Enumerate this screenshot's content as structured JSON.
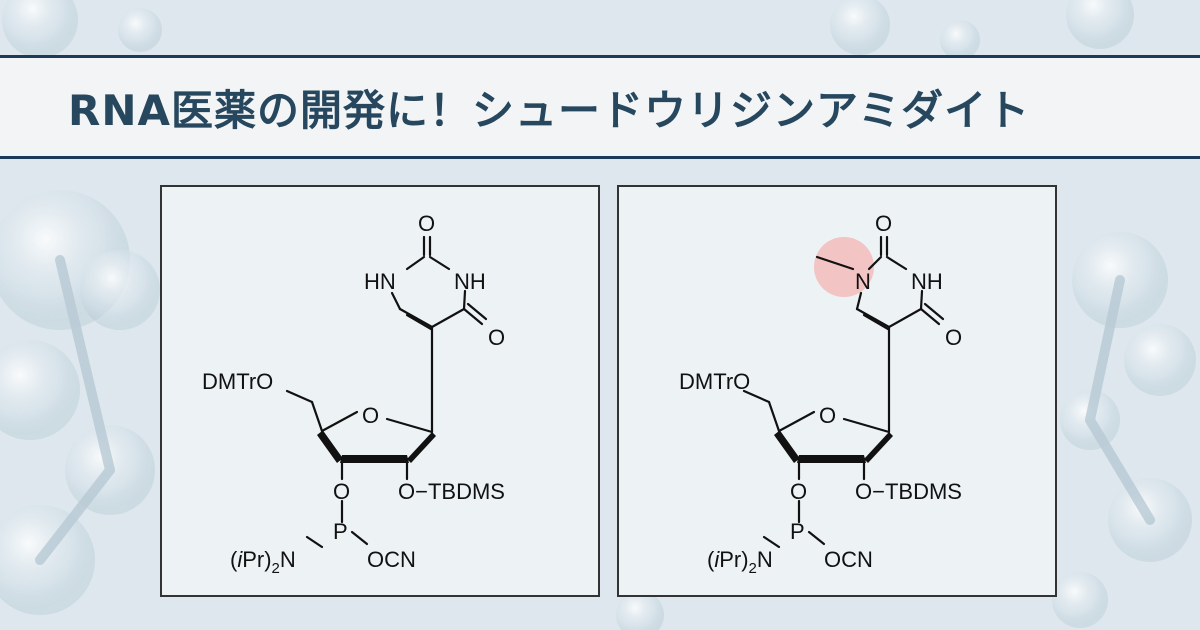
{
  "header": {
    "title": "RNA医薬の開発に！シュードウリジンアミダイト"
  },
  "colors": {
    "title_text": "#26475e",
    "band_border": "#1f3a57",
    "highlight": "#f2b8b8"
  },
  "structures": [
    {
      "labels": {
        "o_top": "O",
        "nh_left": "HN",
        "nh_right": "NH",
        "o_right": "O",
        "dmtro": "DMTrO",
        "ring_o": "O",
        "o3": "O",
        "o2_tbdms": "O−TBDMS",
        "p": "P",
        "ipr_prefix": "(",
        "ipr_i": "i",
        "ipr_mid": "Pr)",
        "ipr_sub": "2",
        "ipr_n": "N",
        "ocn": "OCN"
      }
    },
    {
      "labels": {
        "o_top": "O",
        "n_methyl": "N",
        "nh_right": "NH",
        "o_right": "O",
        "dmtro": "DMTrO",
        "ring_o": "O",
        "o3": "O",
        "o2_tbdms": "O−TBDMS",
        "p": "P",
        "ipr_prefix": "(",
        "ipr_i": "i",
        "ipr_mid": "Pr)",
        "ipr_sub": "2",
        "ipr_n": "N",
        "ocn": "OCN"
      }
    }
  ]
}
